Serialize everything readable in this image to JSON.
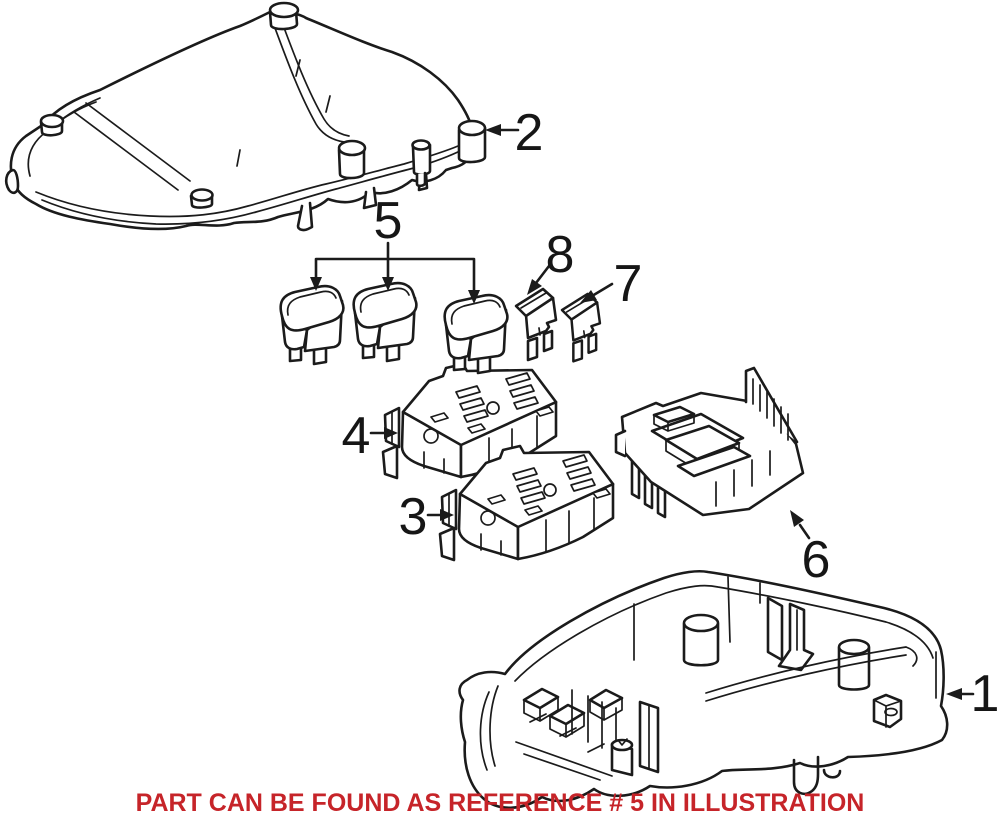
{
  "figure": {
    "kind": "exploded parts diagram",
    "background_color": "#ffffff",
    "line_color": "#1b1b1b"
  },
  "labels": {
    "n1": "1",
    "n2": "2",
    "n3": "3",
    "n4": "4",
    "n5": "5",
    "n6": "6",
    "n7": "7",
    "n8": "8"
  },
  "caption": {
    "text": "PART CAN BE FOUND AS REFERENCE # 5 IN ILLUSTRATION",
    "color": "#c62429"
  }
}
